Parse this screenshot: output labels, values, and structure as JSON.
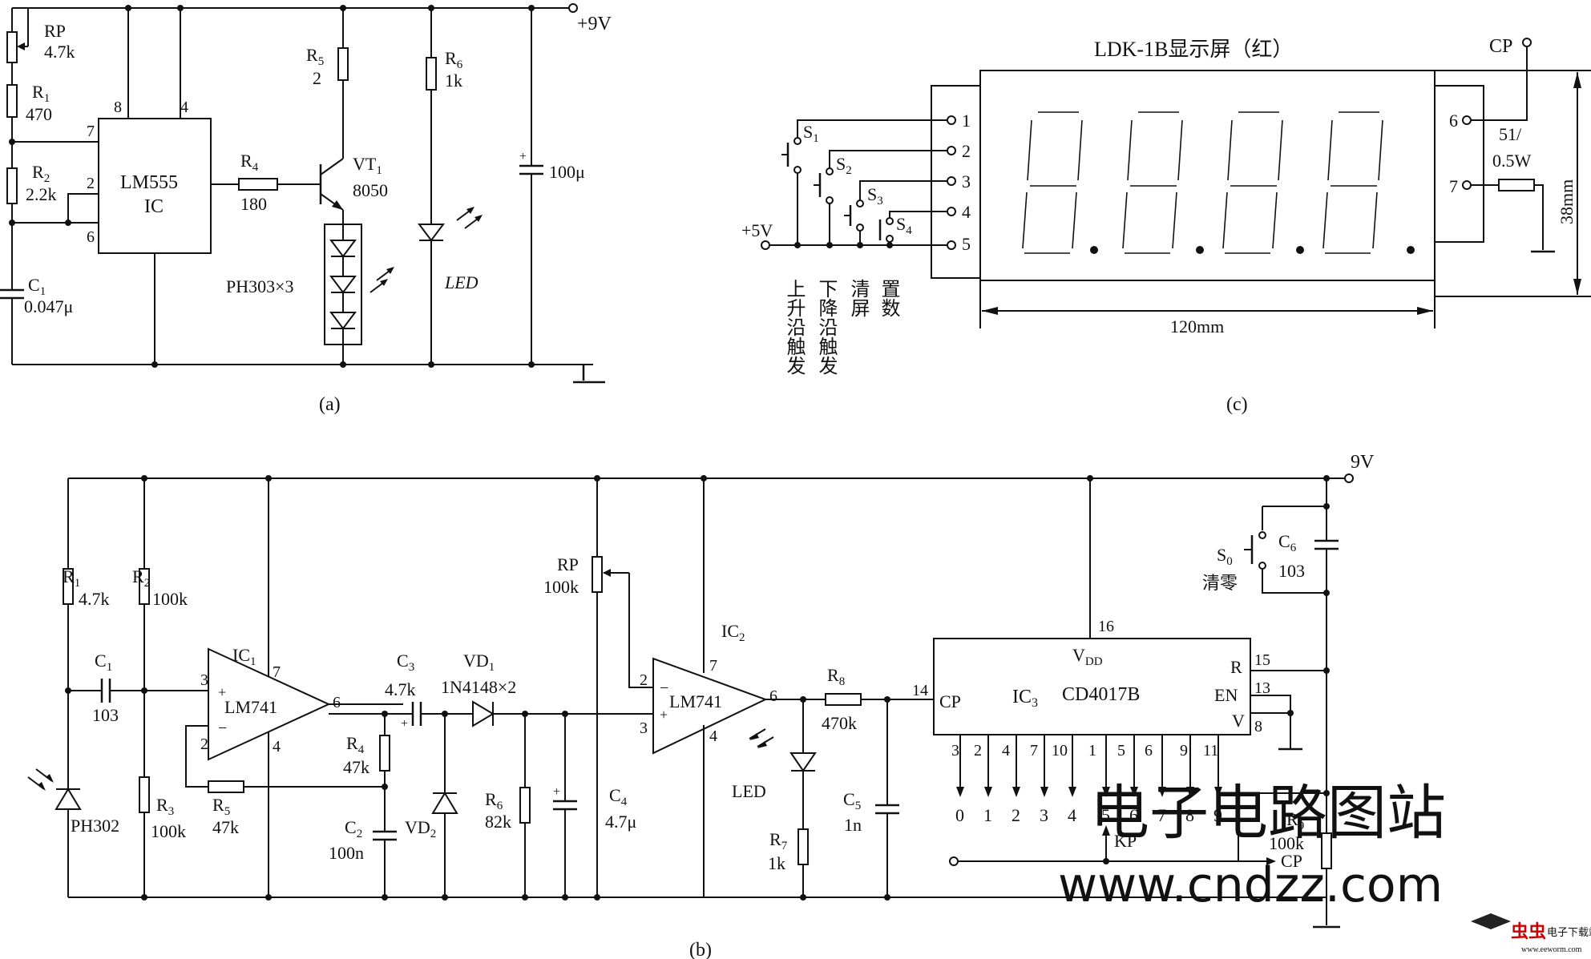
{
  "panel_a": {
    "caption": "(a)",
    "supply": "+9V",
    "rp": {
      "name": "RP",
      "value": "4.7k"
    },
    "r1": {
      "name": "R",
      "sub": "1",
      "value": "470"
    },
    "r2": {
      "name": "R",
      "sub": "2",
      "value": "2.2k"
    },
    "c1": {
      "name": "C",
      "sub": "1",
      "value": "0.047μ"
    },
    "ic": {
      "line1": "LM555",
      "line2": "IC",
      "pins": [
        "8",
        "4",
        "7",
        "2",
        "6"
      ]
    },
    "r4": {
      "name": "R",
      "sub": "4",
      "value": "180"
    },
    "r5": {
      "name": "R",
      "sub": "5",
      "value": "2"
    },
    "vt1": {
      "name": "VT",
      "sub": "1",
      "value": "8050"
    },
    "ph": "PH303×3",
    "r6": {
      "name": "R",
      "sub": "6",
      "value": "1k"
    },
    "led": "LED",
    "cap": {
      "plus": "+",
      "value": "100μ"
    }
  },
  "panel_c": {
    "caption": "(c)",
    "title": "LDK-1B显示屏（红）",
    "supply": "+5V",
    "switches": [
      {
        "name": "S",
        "sub": "1"
      },
      {
        "name": "S",
        "sub": "2"
      },
      {
        "name": "S",
        "sub": "3"
      },
      {
        "name": "S",
        "sub": "4"
      }
    ],
    "left_pins": [
      "1",
      "2",
      "3",
      "4",
      "5"
    ],
    "right_pins": [
      "6",
      "7"
    ],
    "cp": "CP",
    "resistor": {
      "line1": "51/",
      "line2": "0.5W"
    },
    "width": "120mm",
    "height": "38mm",
    "labels": [
      "上升沿触发",
      "下降沿触发",
      "清屏",
      "置数"
    ]
  },
  "panel_b": {
    "caption": "(b)",
    "supply": "9V",
    "r1": {
      "name": "R",
      "sub": "1",
      "value": "4.7k"
    },
    "r2": {
      "name": "R",
      "sub": "2",
      "value": "100k"
    },
    "r3": {
      "name": "R",
      "sub": "3",
      "value": "100k"
    },
    "r4": {
      "name": "R",
      "sub": "4",
      "value": "47k"
    },
    "r5": {
      "name": "R",
      "sub": "5",
      "value": "47k"
    },
    "r6": {
      "name": "R",
      "sub": "6",
      "value": "82k"
    },
    "r7": {
      "name": "R",
      "sub": "7",
      "value": "1k"
    },
    "r8": {
      "name": "R",
      "sub": "8",
      "value": "470k"
    },
    "r9": {
      "name": "R",
      "sub": "9",
      "value": "100k"
    },
    "rp": {
      "name": "RP",
      "value": "100k"
    },
    "c1": {
      "name": "C",
      "sub": "1",
      "value": "103"
    },
    "c2": {
      "name": "C",
      "sub": "2",
      "value": "100n"
    },
    "c3": {
      "name": "C",
      "sub": "3",
      "value": "4.7k"
    },
    "c4": {
      "name": "C",
      "sub": "4",
      "value": "4.7μ"
    },
    "c5": {
      "name": "C",
      "sub": "5",
      "value": "1n"
    },
    "c6": {
      "name": "C",
      "sub": "6",
      "value": "103"
    },
    "ph": "PH302",
    "ic1": {
      "name": "IC",
      "sub": "1",
      "chip": "LM741",
      "pins": [
        "3",
        "2",
        "7",
        "4",
        "6"
      ]
    },
    "ic2": {
      "name": "IC",
      "sub": "2",
      "chip": "LM741",
      "pins": [
        "2",
        "3",
        "7",
        "4",
        "6"
      ]
    },
    "vd1": {
      "name": "VD",
      "sub": "1",
      "value": "1N4148×2"
    },
    "vd2": {
      "name": "VD",
      "sub": "2"
    },
    "led": "LED",
    "ic3": {
      "name": "IC",
      "sub": "3",
      "chip": "CD4017B",
      "vdd": "V",
      "vdd_sub": "DD",
      "pin_vdd": "16",
      "pin_cp": "14",
      "cp": "CP",
      "r": "R",
      "pin_r": "15",
      "en": "EN",
      "pin_en": "13",
      "v": "V",
      "pin_v": "8",
      "bottom_pins": [
        "3",
        "2",
        "4",
        "7",
        "10",
        "1",
        "5",
        "6",
        "9",
        "11"
      ],
      "outputs": [
        "0",
        "1",
        "2",
        "3",
        "4",
        "5",
        "6",
        "7",
        "8",
        "9"
      ]
    },
    "s0": {
      "name": "S",
      "sub": "0",
      "label": "清零"
    },
    "plus": "+",
    "minus": "−",
    "kp": "KP",
    "cp_line": "CP"
  },
  "watermarks": {
    "chinese": "电子电路图站",
    "url": "www.cndzz.com",
    "logo_text": "电子下载站",
    "logo_url": "www.eeworm.com"
  }
}
